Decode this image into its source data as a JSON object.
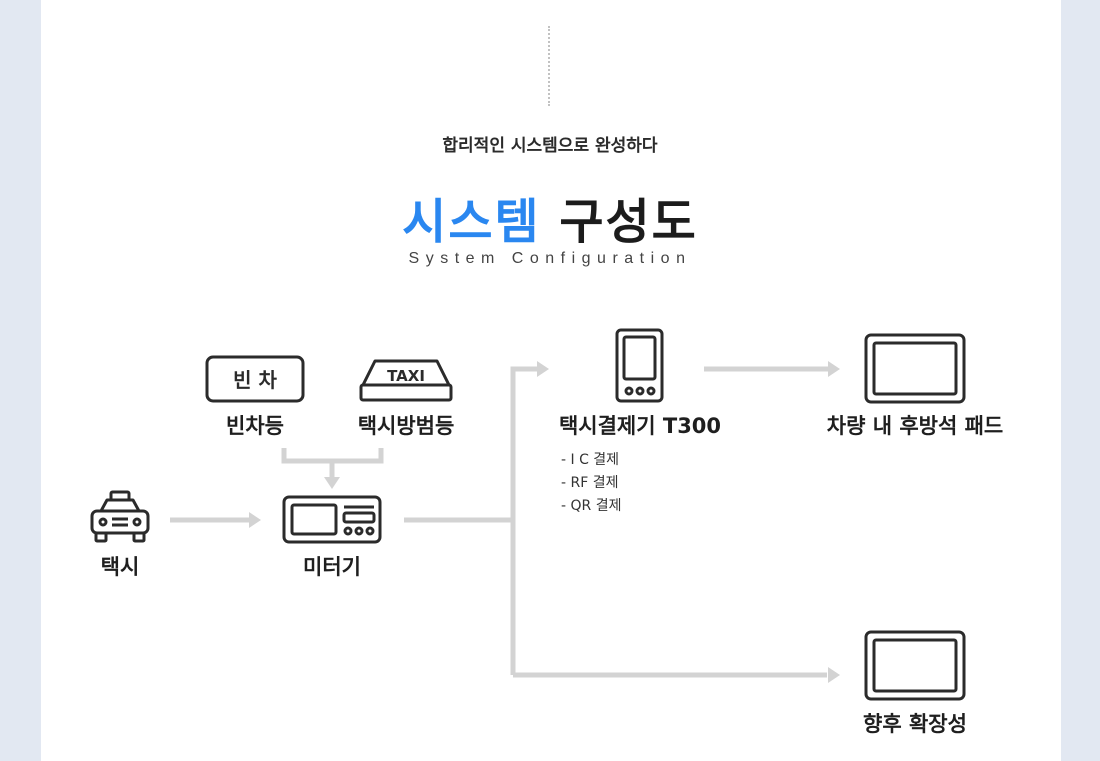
{
  "header": {
    "subtitle": "합리적인 시스템으로 완성하다",
    "title_accent": "시스템",
    "title_rest": "구성도",
    "title_en": "System Configuration"
  },
  "nodes": {
    "empty_car": {
      "sign_text": "빈 차",
      "label": "빈차등"
    },
    "taxi_sign": {
      "sign_text": "TAXI",
      "label": "택시방범등"
    },
    "taxi": {
      "label": "택시"
    },
    "meter": {
      "label": "미터기"
    },
    "payment": {
      "label": "택시결제기 T300",
      "features": [
        "- I C  결제",
        "- RF  결제",
        "- QR 결제"
      ]
    },
    "rear_pad": {
      "label": "차량 내 후방석 패드"
    },
    "future": {
      "label": "향후 확장성"
    }
  },
  "colors": {
    "accent": "#2a87f0",
    "connector": "#d3d3d3",
    "icon_stroke": "#2b2b2b",
    "background": "#e2e8f2",
    "panel": "#ffffff"
  }
}
